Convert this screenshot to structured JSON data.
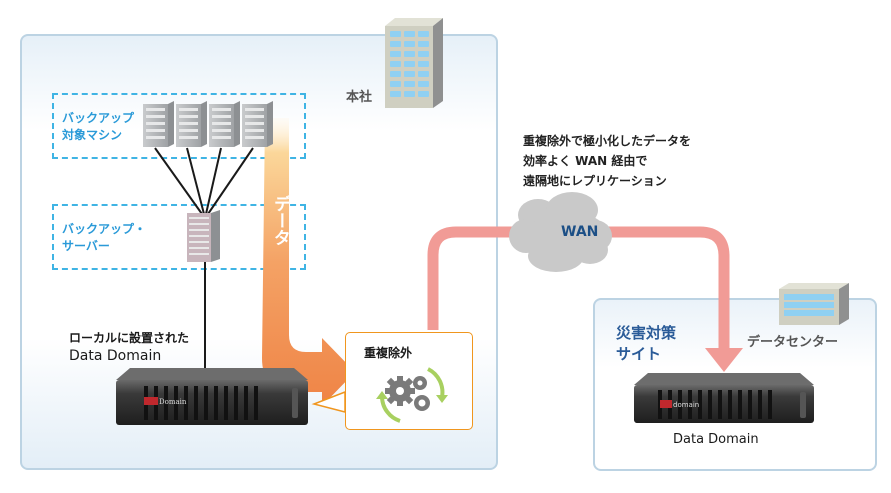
{
  "headquarters": {
    "label": "本社",
    "backup_targets_label_line1": "バックアップ",
    "backup_targets_label_line2": "対象マシン",
    "backup_server_label_line1": "バックアップ・",
    "backup_server_label_line2": "サーバー",
    "local_dd_label_line1": "ローカルに設置された",
    "local_dd_label_line2": "Data Domain",
    "data_flow_label": "データ",
    "dedup_label": "重複除外"
  },
  "wan": {
    "label": "WAN",
    "description_line1": "重複除外で極小化したデータを",
    "description_line2": "効率よく WAN 経由で",
    "description_line3": "遠隔地にレプリケーション"
  },
  "dr_site": {
    "label_line1": "災害対策",
    "label_line2": "サイト",
    "datacenter_label": "データセンター",
    "dd_label": "Data Domain"
  },
  "device_brand": "dataDomain",
  "colors": {
    "accent_blue": "#2a9ad8",
    "site_blue": "#2a5b98",
    "data_orange": "#f0874a",
    "wan_pink": "#f19b96",
    "dedup_border": "#f0961e",
    "recycle_green": "#a8d060"
  }
}
